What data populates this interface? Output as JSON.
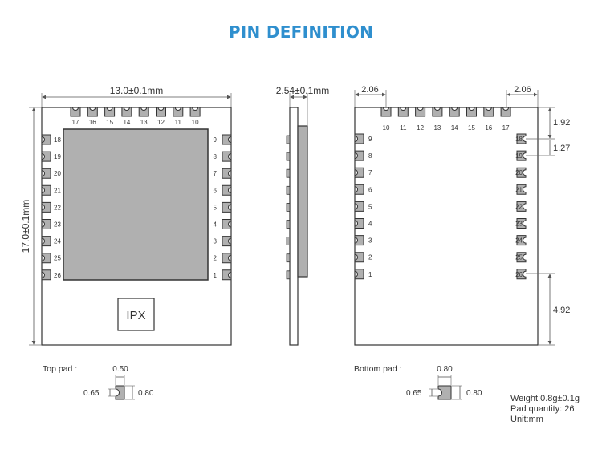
{
  "title": "PIN DEFINITION",
  "top_view": {
    "width_dim": "13.0±0.1mm",
    "height_dim": "17.0±0.1mm",
    "top_pins": [
      "17",
      "16",
      "15",
      "14",
      "13",
      "12",
      "11",
      "10"
    ],
    "left_pins": [
      "18",
      "19",
      "20",
      "21",
      "22",
      "23",
      "24",
      "25",
      "26"
    ],
    "right_pins": [
      "9",
      "8",
      "7",
      "6",
      "5",
      "4",
      "3",
      "2",
      "1"
    ],
    "connector_label": "IPX"
  },
  "side_view": {
    "thickness_dim": "2.54±0.1mm"
  },
  "bottom_view": {
    "left_offset": "2.06",
    "right_offset": "2.06",
    "top_pins": [
      "10",
      "11",
      "12",
      "13",
      "14",
      "15",
      "16",
      "17"
    ],
    "left_pins": [
      "9",
      "8",
      "7",
      "6",
      "5",
      "4",
      "3",
      "2",
      "1"
    ],
    "right_pins": [
      "18",
      "19",
      "20",
      "21",
      "22",
      "23",
      "24",
      "25",
      "26"
    ],
    "dim_top": "1.92",
    "dim_pitch": "1.27",
    "dim_bottom": "4.92"
  },
  "top_pad": {
    "label": "Top pad :",
    "top": "0.50",
    "left": "0.65",
    "right": "0.80"
  },
  "bottom_pad": {
    "label": "Bottom pad :",
    "top": "0.80",
    "left": "0.65",
    "right": "0.80"
  },
  "specs": {
    "weight": "Weight:0.8g±0.1g",
    "pad_quantity": "Pad quantity:  26",
    "unit": "Unit:mm"
  }
}
